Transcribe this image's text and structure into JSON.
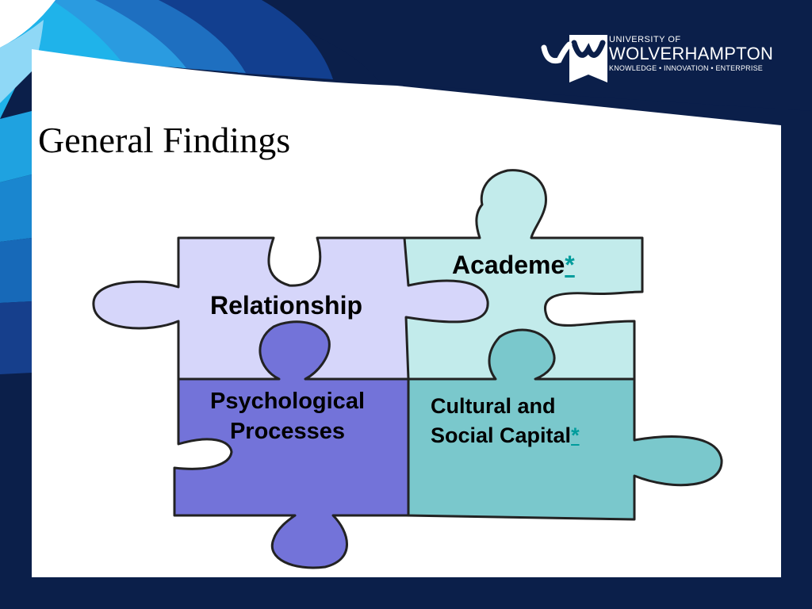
{
  "logo": {
    "line1": "UNIVERSITY OF",
    "line2": "WOLVERHAMPTON",
    "line3": "KNOWLEDGE • INNOVATION • ENTERPRISE"
  },
  "slide": {
    "title": "General Findings"
  },
  "puzzle": {
    "relationship": "Relationship",
    "academe": "Academe",
    "academe_link": "*",
    "psychological_line1": "Psychological",
    "psychological_line2": "Processes",
    "cultural_line1": "Cultural and",
    "cultural_line2": "Social Capital",
    "cultural_link": "*"
  },
  "colors": {
    "navy": "#0b1f4a",
    "lavender": "#d6d6fa",
    "mint": "#c2ebeb",
    "purple": "#7373d9",
    "teal": "#7ac8cc",
    "link": "#009c9c"
  },
  "icons": {
    "logo": "university-logo-icon"
  }
}
